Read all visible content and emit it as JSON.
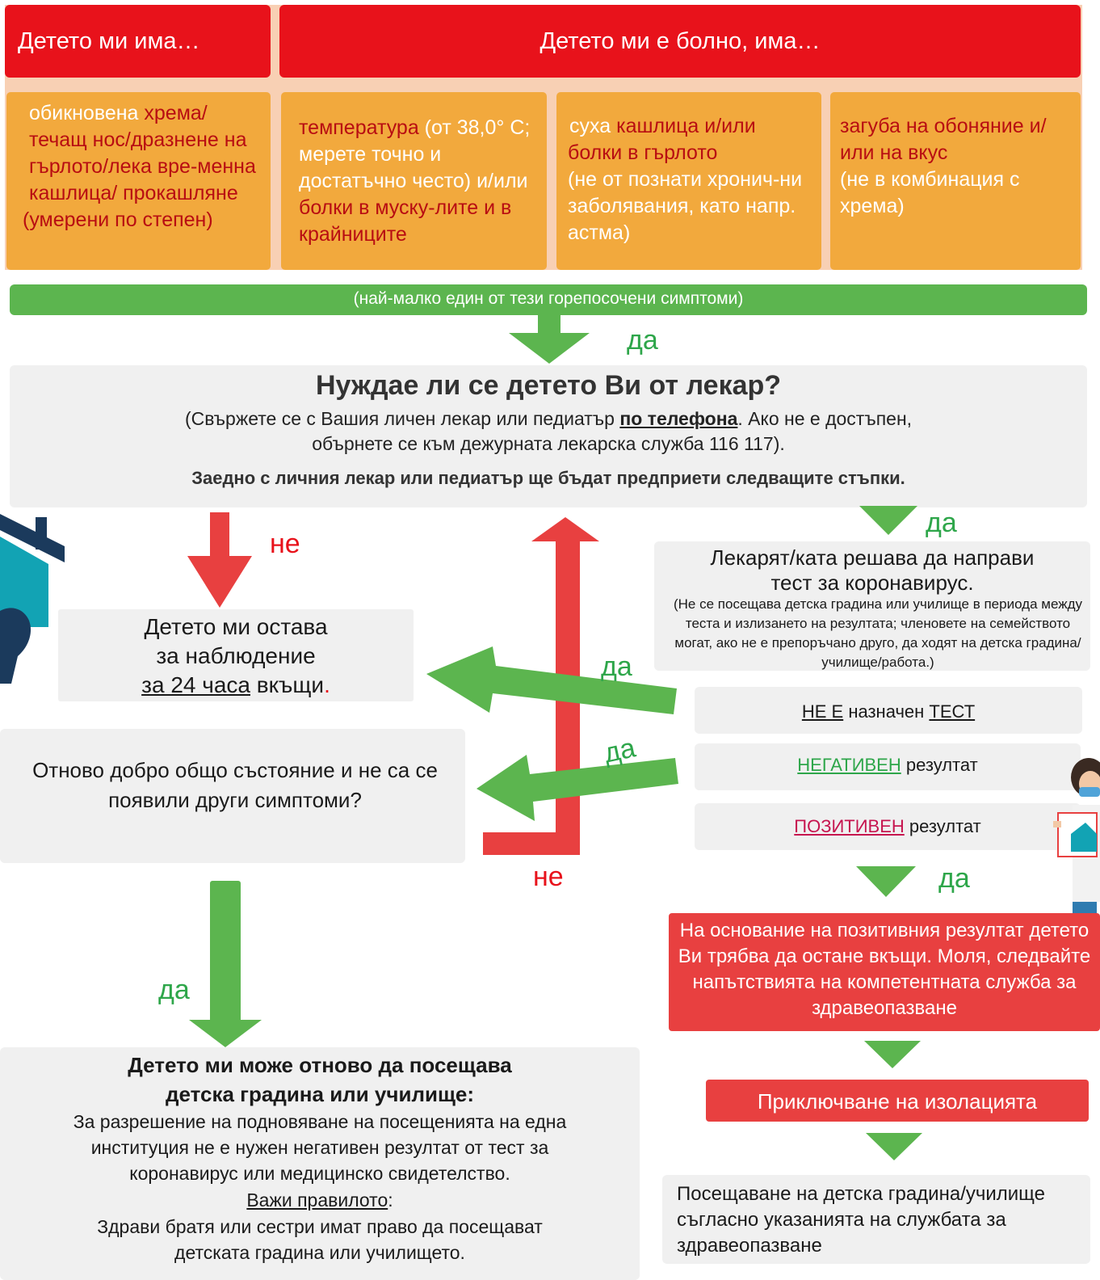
{
  "header": {
    "left": "Детето ми има…",
    "right": "Детето ми е болно, има…"
  },
  "symptoms": {
    "col1": {
      "t1": "обикновена ",
      "t2": "хрема/",
      "t3": "течащ нос/дразнене на гърлото/лека вре-менна кашлица/ прокашляне",
      "t4": "(умерени по степен)"
    },
    "col2": {
      "t1": "температура",
      "t2": " (от 38,0° С; мерете точно и достатъчно често)",
      "t3": "и/или ",
      "t4": "болки в муску-лите и в крайниците"
    },
    "col3": {
      "t1": "суха ",
      "t2": "кашлица и/или болки в гърлото",
      "t3": "(не от познати хронич-ни заболявания, като напр. астма)"
    },
    "col4": {
      "t1": "загуба на обоняние и/или на вкус",
      "t2": "(не в комбинация с хрема)"
    }
  },
  "green_bar": "(най-малко един от тези горепосочени симптоми)",
  "labels": {
    "yes": "да",
    "no": "не"
  },
  "doctor_box": {
    "title": "Нуждае ли се детето Ви от лекар?",
    "line1a": "(Свържете се с Вашия личен лекар или педиатър ",
    "line1b": "по телефона",
    "line1c": ". Ако не е достъпен,",
    "line2": "обърнете се към дежурната лекарска служба 116 117).",
    "line3": "Заедно с личния лекар или педиатър ще бъдат предприети следващите стъпки."
  },
  "observe_box": {
    "l1": "Детето ми остава",
    "l2": "за наблюдение",
    "l3a": "за 24 часа",
    "l3b": " вкъщи",
    "l3c": "."
  },
  "test_box": {
    "l1": "Лекарят/ката решава да направи",
    "l2": "тест за коронавирус.",
    "note": "(Не се посещава детска градина или училище в периода между теста и излизането на резултата; членовете на семейството могат, ако не е препоръчано друго, да ходят на детска градина/училище/работа.)"
  },
  "results": {
    "r1a": "НЕ Е",
    "r1b": " назначен ",
    "r1c": "ТЕСТ",
    "r2a": "НЕГАТИВЕН",
    "r2b": " резултат",
    "r3a": "ПОЗИТИВЕН",
    "r3b": " резултат"
  },
  "question_box": {
    "text": "Отново добро общо състояние и не са се появили други симптоми?"
  },
  "positive_box": {
    "text": "На основание на позитивния резултат детето Ви трябва да остане вкъщи. Моля, следвайте напътствията на компетентната служба за здравеопазване"
  },
  "isolation_box": "Приключване на изолацията",
  "final_box": "Посещаване на детска градина/училище съгласно указанията на службата за здравеопазване",
  "school_box": {
    "title1": "Детето ми може отново да посещава",
    "title2": "детска градина или училище:",
    "p1": "За разрешение на подновяване на посещенията на една институция не е нужен негативен резултат от тест за коронавирус или медицинско свидетелство.",
    "rule": "Важи правилото",
    "colon": ":",
    "p2": "Здрави братя или сестри имат право да посещават детската градина или училището."
  },
  "colors": {
    "red": "#e8121b",
    "orange": "#f2a93d",
    "green": "#5cb54f",
    "gray": "#f0f0f0",
    "teal": "#12a3b4",
    "navy": "#1b3a5c"
  }
}
